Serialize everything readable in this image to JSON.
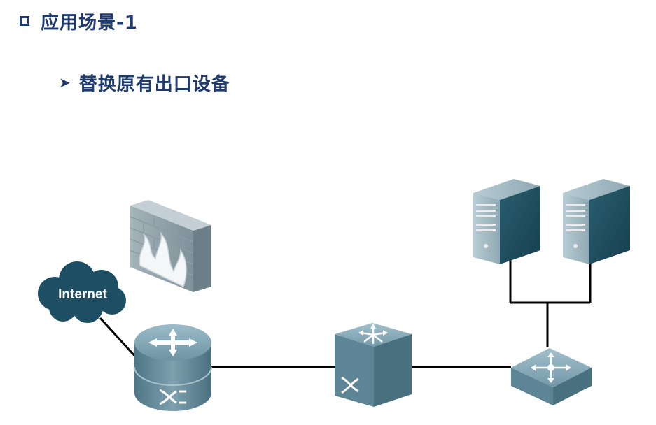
{
  "slide": {
    "title": "应用场景-1",
    "subtitle": "替换原有出口设备"
  },
  "diagram": {
    "nodes": [
      {
        "id": "internet",
        "label": "Internet",
        "icon": "cloud-icon"
      },
      {
        "id": "firewall",
        "label": "",
        "icon": "firewall-icon"
      },
      {
        "id": "router",
        "label": "",
        "icon": "router-icon"
      },
      {
        "id": "core-switch",
        "label": "",
        "icon": "multilayer-switch-icon"
      },
      {
        "id": "access-switch",
        "label": "",
        "icon": "switch-icon"
      },
      {
        "id": "server-1",
        "label": "",
        "icon": "server-icon"
      },
      {
        "id": "server-2",
        "label": "",
        "icon": "server-icon"
      }
    ],
    "colors": {
      "title": "#1f3a6e",
      "cloud": "#1d4e63",
      "device_top": "#7fa3b3",
      "device_side": "#5a7f8f",
      "server_front": "#1c4a5a",
      "link": "#000000"
    }
  }
}
